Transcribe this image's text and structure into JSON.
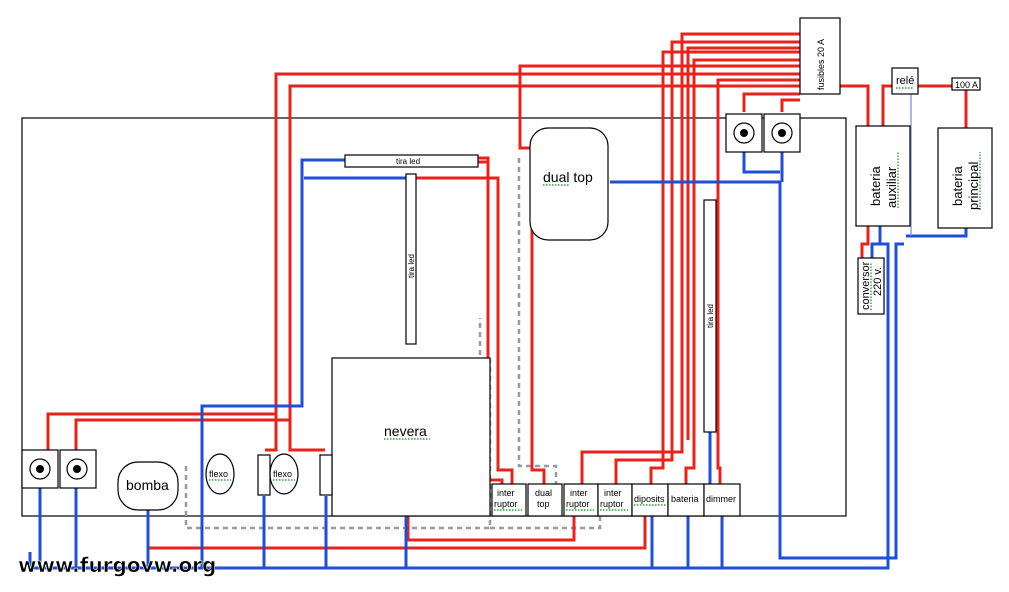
{
  "labels": {
    "fusibles": "fusibles 20 A",
    "rele": "relé",
    "fuse100": "100 A",
    "bateria_auxiliar_1": "bateria",
    "bateria_auxiliar_2": "auxiliar",
    "bateria_principal_1": "bateria",
    "bateria_principal_2": "principal",
    "conversor_1": "conversor",
    "conversor_2": "220 v.",
    "dual_top": "dual top",
    "tira_led_top": "tira led",
    "tira_led_vertical": "tira led",
    "tira_led_right": "tira led",
    "nevera": "nevera",
    "bomba": "bomba",
    "flexo_1": "flexo",
    "flexo_2": "flexo",
    "sw1_1": "inter",
    "sw1_2": "ruptor",
    "sw2_1": "dual",
    "sw2_2": "top",
    "sw3_1": "inter",
    "sw3_2": "ruptor",
    "sw4_1": "inter",
    "sw4_2": "ruptor",
    "diposits": "diposits",
    "bateria_gauge": "bateria",
    "dimmer": "dimmer",
    "watermark": "www.furgovw.org"
  },
  "colors": {
    "positive_wire": "#e8231c",
    "negative_wire": "#1f4fd6",
    "dashed_wire": "#9a9a9a"
  },
  "icons": {
    "speaker": "circle-dot"
  }
}
